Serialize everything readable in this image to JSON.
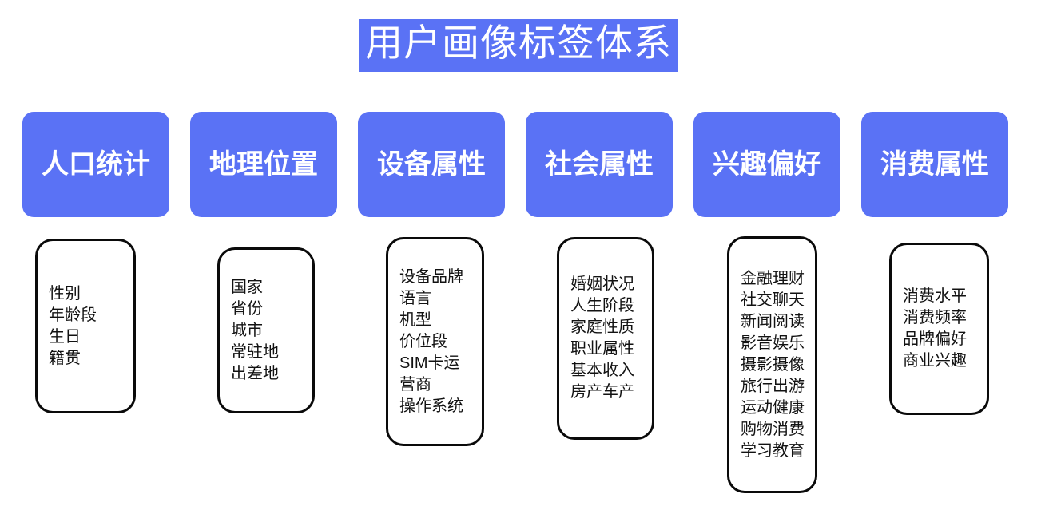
{
  "title": {
    "text": "用户画像标签体系",
    "background_color": "#5a72f5",
    "text_color": "#ffffff"
  },
  "theme": {
    "accent_color": "#5a72f5",
    "box_border_color": "#0a0a0a",
    "page_background": "#ffffff",
    "body_text_color": "#121212"
  },
  "columns": [
    {
      "header": "人口统计",
      "items": [
        "性别",
        "年龄段",
        "生日",
        "籍贯"
      ]
    },
    {
      "header": "地理位置",
      "items": [
        "国家",
        "省份",
        "城市",
        "常驻地",
        "出差地"
      ]
    },
    {
      "header": "设备属性",
      "items": [
        "设备品牌",
        "语言",
        "机型",
        "价位段",
        "SIM卡运",
        "营商",
        "操作系统"
      ]
    },
    {
      "header": "社会属性",
      "items": [
        "婚姻状况",
        "人生阶段",
        "家庭性质",
        "职业属性",
        "基本收入",
        "房产车产"
      ]
    },
    {
      "header": "兴趣偏好",
      "items": [
        "金融理财",
        "社交聊天",
        "新闻阅读",
        "影音娱乐",
        "摄影摄像",
        "旅行出游",
        "运动健康",
        "购物消费",
        "学习教育"
      ]
    },
    {
      "header": "消费属性",
      "items": [
        "消费水平",
        "消费频率",
        "品牌偏好",
        "商业兴趣"
      ]
    }
  ]
}
